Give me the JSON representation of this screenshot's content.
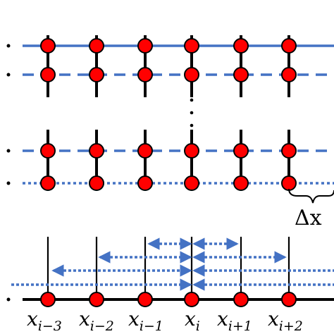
{
  "colors": {
    "line": "#4472C4",
    "node": "#FF0000",
    "node_stroke": "#000000",
    "stem": "#000000"
  },
  "top_section": {
    "rows": [
      {
        "style": "solid"
      },
      {
        "style": "dashed"
      },
      {
        "style": "dashed"
      },
      {
        "style": "dotted"
      }
    ],
    "node_count": 6
  },
  "spacing_label": {
    "symbol": "Δx"
  },
  "bottom_section": {
    "labels": [
      {
        "base": "x",
        "sub": "i−3"
      },
      {
        "base": "x",
        "sub": "i−2"
      },
      {
        "base": "x",
        "sub": "i−1"
      },
      {
        "base": "x",
        "sub": "i"
      },
      {
        "base": "x",
        "sub": "i+1"
      },
      {
        "base": "x",
        "sub": "i+2"
      }
    ]
  }
}
